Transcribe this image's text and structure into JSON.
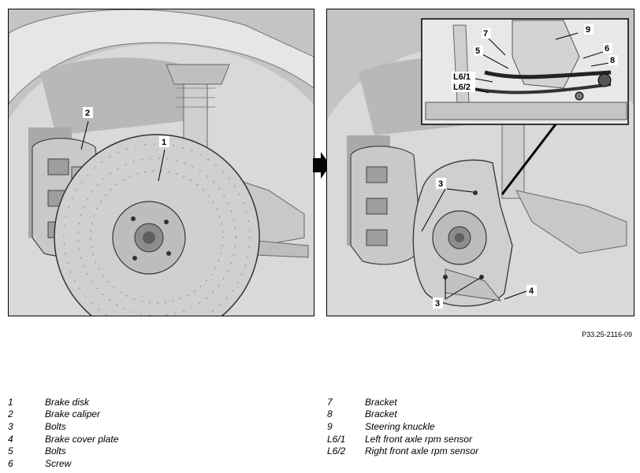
{
  "figure": {
    "reference_code": "P33.25-2116-09",
    "callouts_left": [
      "1",
      "2"
    ],
    "callouts_right": [
      "3",
      "3",
      "4"
    ],
    "callouts_inset": [
      "7",
      "9",
      "5",
      "6",
      "8",
      "L6/1",
      "L6/2"
    ]
  },
  "legend": {
    "left": [
      {
        "num": "1",
        "text": "Brake disk"
      },
      {
        "num": "2",
        "text": "Brake caliper"
      },
      {
        "num": "3",
        "text": "Bolts"
      },
      {
        "num": "4",
        "text": "Brake cover plate"
      },
      {
        "num": "5",
        "text": "Bolts"
      },
      {
        "num": "6",
        "text": "Screw"
      }
    ],
    "right": [
      {
        "num": "7",
        "text": "Bracket"
      },
      {
        "num": "8",
        "text": "Bracket"
      },
      {
        "num": "9",
        "text": "Steering knuckle"
      },
      {
        "num": "L6/1",
        "text": "Left front axle rpm sensor"
      },
      {
        "num": "L6/2",
        "text": "Right front axle rpm sensor"
      }
    ]
  }
}
